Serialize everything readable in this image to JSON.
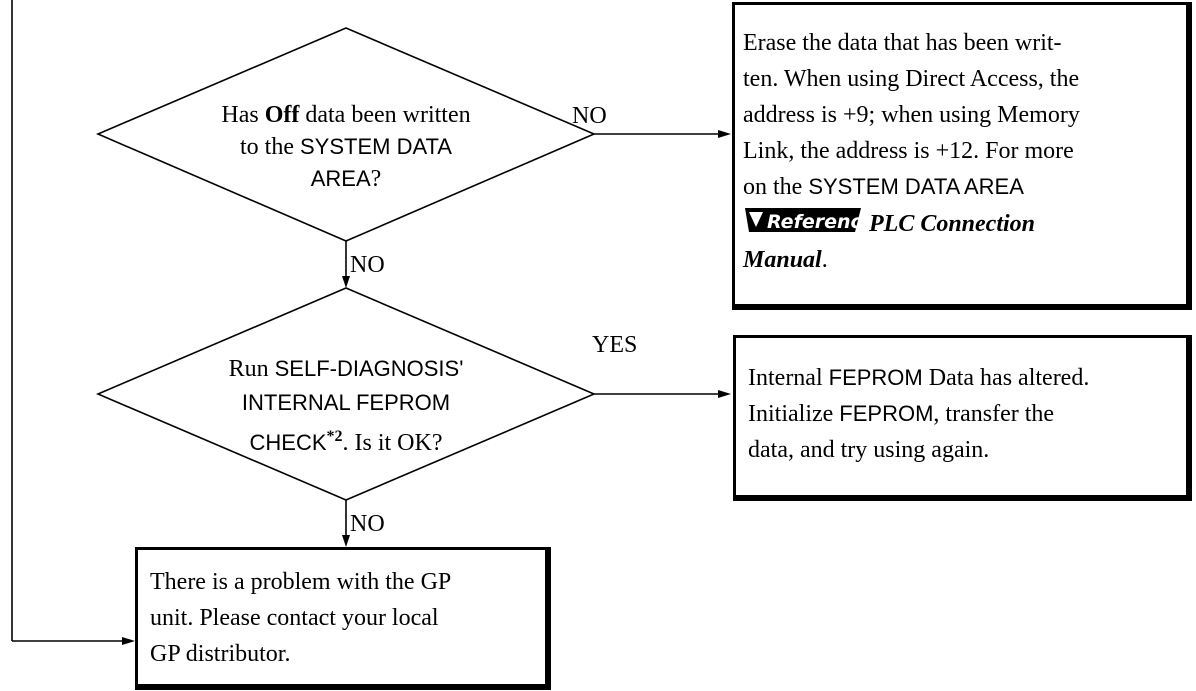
{
  "decisions": {
    "d1": {
      "segments": [
        [
          {
            "t": "Has ",
            "style": "serif"
          },
          {
            "t": "Off",
            "style": "serif-bold"
          },
          {
            "t": " data been written",
            "style": "serif"
          }
        ],
        [
          {
            "t": "to the ",
            "style": "serif"
          },
          {
            "t": "SYSTEM DATA",
            "style": "sans"
          }
        ],
        [
          {
            "t": "AREA",
            "style": "sans"
          },
          {
            "t": "?",
            "style": "serif"
          }
        ]
      ],
      "no_label": "NO",
      "down_label": "NO"
    },
    "d2": {
      "segments": [
        [
          {
            "t": "Run ",
            "style": "serif"
          },
          {
            "t": "SELF-DIAGNOSIS'",
            "style": "sans"
          }
        ],
        [
          {
            "t": "INTERNAL FEPROM",
            "style": "sans"
          }
        ],
        [
          {
            "t": "CHECK",
            "style": "sans"
          },
          {
            "t": "*2",
            "style": "sup"
          },
          {
            "t": ".  Is it OK?",
            "style": "serif"
          }
        ]
      ],
      "yes_label": "YES",
      "down_label": "NO"
    }
  },
  "boxes": {
    "erase": {
      "lines": [
        [
          {
            "t": "Erase the data that has been writ-",
            "style": "serif"
          }
        ],
        [
          {
            "t": "ten.  When using Direct Access, the",
            "style": "serif"
          }
        ],
        [
          {
            "t": "address is +9; when using Memory",
            "style": "serif"
          }
        ],
        [
          {
            "t": "Link, the address is +12.  For more",
            "style": "serif"
          }
        ],
        [
          {
            "t": "on the ",
            "style": "serif"
          },
          {
            "t": "SYSTEM DATA AREA",
            "style": "sans"
          }
        ],
        [
          {
            "t": "REF_BADGE",
            "style": "badge"
          },
          {
            "t": " PLC Connection",
            "style": "serif-bolditalic"
          }
        ],
        [
          {
            "t": "Manual",
            "style": "serif-bolditalic"
          },
          {
            "t": ".",
            "style": "serif"
          }
        ]
      ],
      "reference_label": "Reference"
    },
    "feprom": {
      "lines": [
        [
          {
            "t": "Internal ",
            "style": "serif"
          },
          {
            "t": "FEPROM",
            "style": "sans"
          },
          {
            "t": " Data has altered.",
            "style": "serif"
          }
        ],
        [
          {
            "t": "Initialize ",
            "style": "serif"
          },
          {
            "t": "FEPROM",
            "style": "sans"
          },
          {
            "t": ", transfer the",
            "style": "serif"
          }
        ],
        [
          {
            "t": "data, and try using again.",
            "style": "serif"
          }
        ]
      ]
    },
    "problem": {
      "lines": [
        [
          {
            "t": "There is a problem with the GP",
            "style": "serif"
          }
        ],
        [
          {
            "t": "unit.  Please contact your local",
            "style": "serif"
          }
        ],
        [
          {
            "t": "GP distributor.",
            "style": "serif"
          }
        ]
      ]
    }
  }
}
